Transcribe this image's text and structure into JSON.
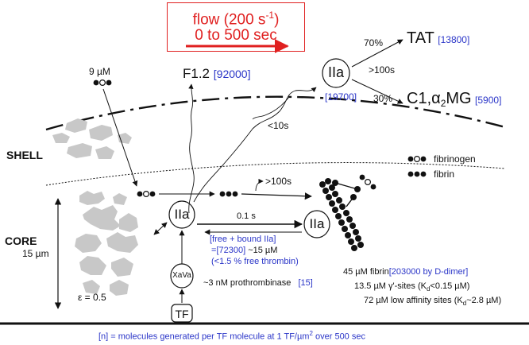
{
  "flow": {
    "line1": "flow (200 s",
    "line1_sup": "-1",
    "line1_end": ")",
    "line2": "0 to 500 sec"
  },
  "regions": {
    "shell": "SHELL",
    "core": "CORE"
  },
  "dims": {
    "height": "15 µm",
    "porosity": "ε = 0.5"
  },
  "fibrinogen_input": "9 µM",
  "f12": {
    "label": "F1.2",
    "count": "[92000]"
  },
  "iia_top": {
    "label": "IIa",
    "count": "[19700]"
  },
  "branches": {
    "pct_tat": "70%",
    "time": ">100s",
    "pct_c1": "30%",
    "tat": "TAT",
    "tat_count": "[13800]",
    "c1_prefix": "C1,α",
    "c1_sub": "2",
    "c1_suffix": "MG",
    "c1_count": "[5900]"
  },
  "lt10": "<10s",
  "gt100": ">100s",
  "legend": {
    "fibrinogen": "fibrinogen",
    "fibrin": "fibrin"
  },
  "core_iia": {
    "left": "IIa",
    "right": "IIa",
    "time": "0.1 s"
  },
  "bound": {
    "line1": "[free + bound IIa]",
    "line2a": "=",
    "line2b": "[72300]",
    "line2c": " ~15 µM",
    "line3": "(<1.5 % free thrombin)"
  },
  "xava": "XaVa",
  "tf": "TF",
  "prothrombinase": {
    "text": "~3 nM prothrombinase",
    "count": "[15]"
  },
  "fibrin_stats": {
    "line1a": "45 µM fibrin",
    "line1b": "[203000 by D-dimer]",
    "line2a": "13.5 µM γ'-sites (K",
    "line2b": "d",
    "line2c": "<0.15 µM)",
    "line3a": "72 µM low affinity sites (K",
    "line3b": "d",
    "line3c": "~2.8 µM)"
  },
  "footnote": {
    "a": "[n] = molecules generated per TF molecule at 1 TF/µm",
    "sup": "2",
    "b": " over 500 sec"
  },
  "colors": {
    "blue": "#2a35c8",
    "red": "#e02020",
    "grey": "#c8c8c8"
  }
}
